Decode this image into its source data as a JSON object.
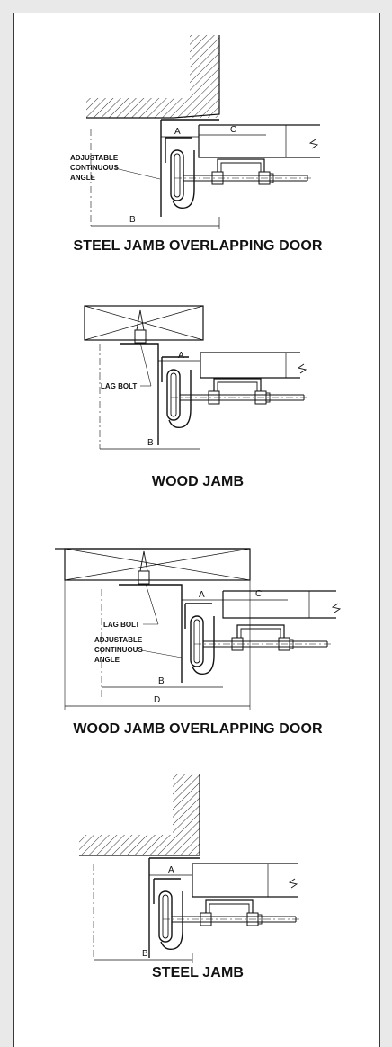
{
  "figures": [
    {
      "caption": "STEEL JAMB OVERLAPPING DOOR",
      "labels": {
        "a": "A",
        "b": "B",
        "c": "C"
      },
      "notes": [
        "ADJUSTABLE",
        "CONTINUOUS",
        "ANGLE"
      ]
    },
    {
      "caption": "WOOD JAMB",
      "labels": {
        "a": "A",
        "b": "B"
      },
      "notes": [
        "LAG BOLT"
      ]
    },
    {
      "caption": "WOOD JAMB OVERLAPPING DOOR",
      "labels": {
        "a": "A",
        "b": "B",
        "c": "C",
        "d": "D"
      },
      "notes": [
        "LAG BOLT",
        "ADJUSTABLE",
        "CONTINUOUS",
        "ANGLE"
      ]
    },
    {
      "caption": "STEEL JAMB",
      "labels": {
        "a": "A",
        "b": "B"
      },
      "notes": []
    }
  ]
}
